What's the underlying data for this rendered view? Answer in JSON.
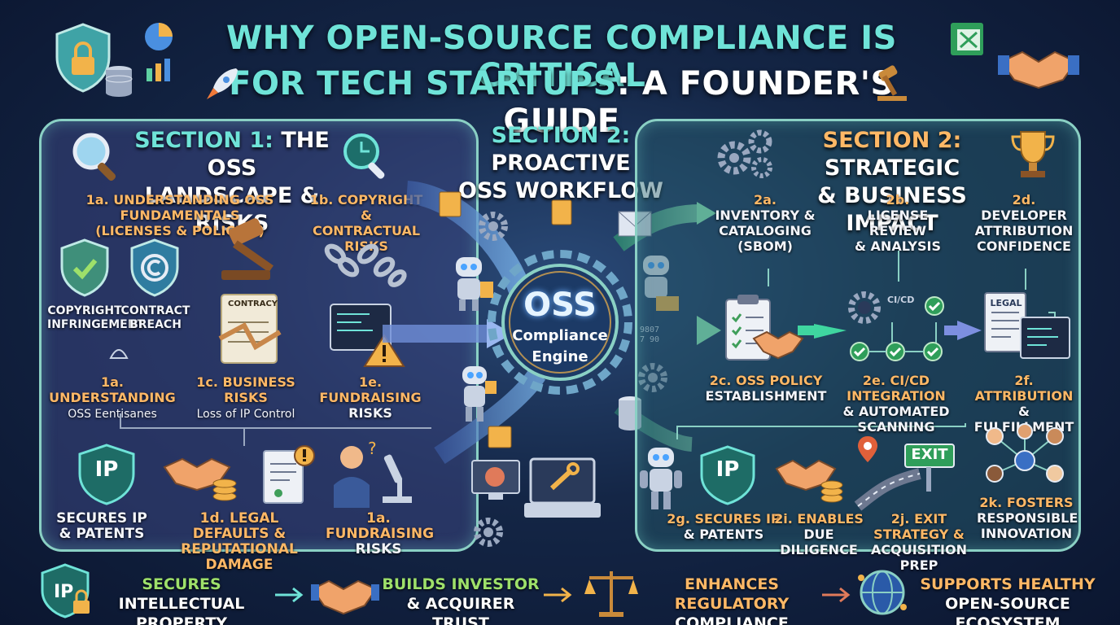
{
  "title": {
    "line1": "WHY OPEN-SOURCE COMPLIANCE IS CRITICAL",
    "line2a": "FOR TECH STARTUPS",
    "line2b": ": A FOUNDER'S GUIDE"
  },
  "section1": {
    "title_a": "SECTION 1:",
    "title_b": " THE OSS",
    "title_c": "LANDSCAPE & RISKS",
    "item_1a_top": "1a. UNDERSTANDING OSS FUNDAMENTALS",
    "item_1a_top2": "(LICENSES & POLICIES)",
    "item_1b": "1b. COPYRIGHT",
    "item_1b2": "& CONTRACTUAL",
    "item_1b3": "RISKS",
    "shield1": "COPYRIGHT",
    "shield1b": "INFRINGEMENT",
    "shield2": "CONTRACT",
    "shield2b": "BREACH",
    "contract_doc": "CONTRACY",
    "item_1a_mid": "1a. UNDERSTANDING",
    "item_1a_mid_sub": "OSS Eentisanes",
    "item_1c": "1c. BUSINESS RISKS",
    "item_1c_sub": "Loss of IP Control",
    "item_1e": "1e. FUNDRAISING",
    "item_1e2": "RISKS",
    "bottom1": "SECURES IP",
    "bottom1b": "& PATENTS",
    "bottom2": "1d. LEGAL DEFAULTS &",
    "bottom2b": "REPUTATIONAL DAMAGE",
    "bottom3": "1a. FUNDRAISING",
    "bottom3b": "RISKS",
    "ip": "IP"
  },
  "section2_center": {
    "title_a": "SECTION 2:",
    "title_b": " PROACTIVE",
    "title_c": "OSS WORKFLOW",
    "engine_top": "OSS",
    "engine_mid": "Compliance",
    "engine_bot": "Engine",
    "code_snip": "9807",
    "code_snip2": "7 90"
  },
  "section2_right": {
    "title_a": "SECTION 2:",
    "title_b": " STRATEGIC",
    "title_c": "& BUSINESS IMPACT",
    "item_2a": "2a.",
    "item_2a2": "INVENTORY &",
    "item_2a3": "CATALOGING",
    "item_2a4": "(SBOM)",
    "item_2b": "2b.",
    "item_2b2": "LICENSE REVIEW",
    "item_2b3": "& ANALYSIS",
    "item_2d": "2d.",
    "item_2d2": "DEVELOPER",
    "item_2d3": "ATTRIBUTION",
    "item_2d4": "CONFIDENCE",
    "cicd": "CI/CD",
    "legal": "LEGAL",
    "item_2c": "2c. OSS POLICY",
    "item_2c2": "ESTABLISHMENT",
    "item_2e": "2e. CI/CD INTEGRATION",
    "item_2e2": "& AUTOMATED",
    "item_2e3": "SCANNING",
    "item_2f": "2f. ATTRIBUTION",
    "item_2f2": "& FULFILLMENT",
    "item_2g": "2g. SECURES IP",
    "item_2g2": "& PATENTS",
    "item_2i": "2i. ENABLES",
    "item_2i2": "DUE DILIGENCE",
    "item_2j": "2j. EXIT STRATEGY &",
    "item_2j2": "ACQUISITION PREP",
    "item_2k": "2k. FOSTERS",
    "item_2k2": "RESPONSIBLE",
    "item_2k3": "INNOVATION",
    "exit": "EXIT",
    "ip": "IP"
  },
  "bottom_bar": [
    {
      "line1": "SECURES",
      "line2": "INTELLECTUAL PROPERTY"
    },
    {
      "line1": "BUILDS INVESTOR",
      "line2": "& ACQUIRER TRUST"
    },
    {
      "line1": "ENHANCES REGULATORY",
      "line2": "COMPLIANCE"
    },
    {
      "line1": "SUPPORTS HEALTHY",
      "line2": "OPEN-SOURCE ECOSYSTEM"
    }
  ],
  "colors": {
    "teal": "#6fe3d8",
    "orange": "#ffb866",
    "green": "#9ee06a",
    "panel_border": "#8ad0c4"
  }
}
